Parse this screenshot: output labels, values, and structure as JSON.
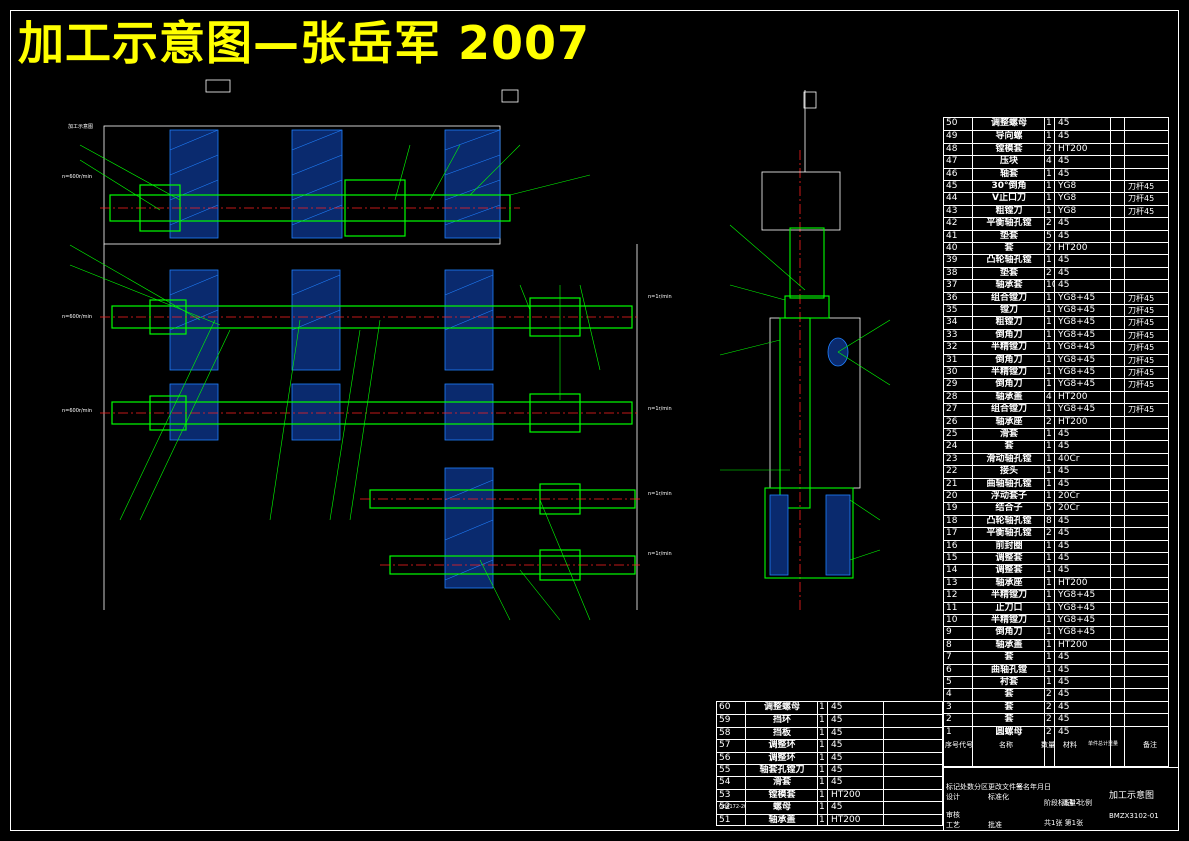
{
  "title": "加工示意图—张岳军 2007",
  "colors": {
    "background": "#000000",
    "outline": "#ffffff",
    "title": "#ffff00",
    "part": "#00ff00",
    "hatch": "#2080ff",
    "center": "#ff2020",
    "dim": "#d8d8d8"
  },
  "bom_right": [
    {
      "no": "50",
      "name": "调整螺母",
      "qty": "1",
      "mat": "45",
      "note": ""
    },
    {
      "no": "49",
      "name": "导向螺",
      "qty": "1",
      "mat": "45",
      "note": ""
    },
    {
      "no": "48",
      "name": "镗模套",
      "qty": "2",
      "mat": "HT200",
      "note": ""
    },
    {
      "no": "47",
      "name": "压块",
      "qty": "4",
      "mat": "45",
      "note": ""
    },
    {
      "no": "46",
      "name": "轴套",
      "qty": "1",
      "mat": "45",
      "note": ""
    },
    {
      "no": "45",
      "name": "30°倒角",
      "qty": "1",
      "mat": "YG8",
      "note": "刀杆45"
    },
    {
      "no": "44",
      "name": "V止口刀",
      "qty": "1",
      "mat": "YG8",
      "note": "刀杆45"
    },
    {
      "no": "43",
      "name": "粗镗刀",
      "qty": "1",
      "mat": "YG8",
      "note": "刀杆45"
    },
    {
      "no": "42",
      "name": "平衡轴孔镗",
      "qty": "2",
      "mat": "45",
      "note": ""
    },
    {
      "no": "41",
      "name": "垫套",
      "qty": "5",
      "mat": "45",
      "note": ""
    },
    {
      "no": "40",
      "name": "套",
      "qty": "2",
      "mat": "HT200",
      "note": ""
    },
    {
      "no": "39",
      "name": "凸轮轴孔镗",
      "qty": "1",
      "mat": "45",
      "note": ""
    },
    {
      "no": "38",
      "name": "垫套",
      "qty": "2",
      "mat": "45",
      "note": ""
    },
    {
      "no": "37",
      "name": "轴承套",
      "qty": "10",
      "mat": "45",
      "note": ""
    },
    {
      "no": "36",
      "name": "组合镗刀",
      "qty": "1",
      "mat": "YG8+45",
      "note": "刀杆45"
    },
    {
      "no": "35",
      "name": "镗刀",
      "qty": "1",
      "mat": "YG8+45",
      "note": "刀杆45"
    },
    {
      "no": "34",
      "name": "粗镗刀",
      "qty": "1",
      "mat": "YG8+45",
      "note": "刀杆45"
    },
    {
      "no": "33",
      "name": "倒角刀",
      "qty": "1",
      "mat": "YG8+45",
      "note": "刀杆45"
    },
    {
      "no": "32",
      "name": "半精镗刀",
      "qty": "1",
      "mat": "YG8+45",
      "note": "刀杆45"
    },
    {
      "no": "31",
      "name": "倒角刀",
      "qty": "1",
      "mat": "YG8+45",
      "note": "刀杆45"
    },
    {
      "no": "30",
      "name": "半精镗刀",
      "qty": "1",
      "mat": "YG8+45",
      "note": "刀杆45"
    },
    {
      "no": "29",
      "name": "倒角刀",
      "qty": "1",
      "mat": "YG8+45",
      "note": "刀杆45"
    },
    {
      "no": "28",
      "name": "轴承盖",
      "qty": "4",
      "mat": "HT200",
      "note": ""
    },
    {
      "no": "27",
      "name": "组合镗刀",
      "qty": "1",
      "mat": "YG8+45",
      "note": "刀杆45"
    },
    {
      "no": "26",
      "name": "轴承座",
      "qty": "2",
      "mat": "HT200",
      "note": ""
    },
    {
      "no": "25",
      "name": "滑套",
      "qty": "1",
      "mat": "45",
      "note": ""
    },
    {
      "no": "24",
      "name": "套",
      "qty": "1",
      "mat": "45",
      "note": ""
    },
    {
      "no": "23",
      "name": "滑动轴孔镗",
      "qty": "1",
      "mat": "40Cr",
      "note": ""
    },
    {
      "no": "22",
      "name": "接头",
      "qty": "1",
      "mat": "45",
      "note": ""
    },
    {
      "no": "21",
      "name": "曲轴轴孔镗",
      "qty": "1",
      "mat": "45",
      "note": ""
    },
    {
      "no": "20",
      "name": "浮动套子",
      "qty": "1",
      "mat": "20Cr",
      "note": ""
    },
    {
      "no": "19",
      "name": "结合子",
      "qty": "5",
      "mat": "20Cr",
      "note": ""
    },
    {
      "no": "18",
      "name": "凸轮轴孔镗",
      "qty": "8",
      "mat": "45",
      "note": ""
    },
    {
      "no": "17",
      "name": "平衡轴孔镗",
      "qty": "2",
      "mat": "45",
      "note": ""
    },
    {
      "no": "16",
      "name": "前封圈",
      "qty": "1",
      "mat": "45",
      "note": ""
    },
    {
      "no": "15",
      "name": "调整套",
      "qty": "1",
      "mat": "45",
      "note": ""
    },
    {
      "no": "14",
      "name": "调整套",
      "qty": "1",
      "mat": "45",
      "note": ""
    },
    {
      "no": "13",
      "name": "轴承座",
      "qty": "1",
      "mat": "HT200",
      "note": ""
    },
    {
      "no": "12",
      "name": "半精镗刀",
      "qty": "1",
      "mat": "YG8+45",
      "note": ""
    },
    {
      "no": "11",
      "name": "止刀口",
      "qty": "1",
      "mat": "YG8+45",
      "note": ""
    },
    {
      "no": "10",
      "name": "半精镗刀",
      "qty": "1",
      "mat": "YG8+45",
      "note": ""
    },
    {
      "no": "9",
      "name": "倒角刀",
      "qty": "1",
      "mat": "YG8+45",
      "note": ""
    },
    {
      "no": "8",
      "name": "轴承盖",
      "qty": "1",
      "mat": "HT200",
      "note": ""
    },
    {
      "no": "7",
      "name": "套",
      "qty": "1",
      "mat": "45",
      "note": ""
    },
    {
      "no": "6",
      "name": "曲轴孔镗",
      "qty": "1",
      "mat": "45",
      "note": ""
    },
    {
      "no": "5",
      "name": "衬套",
      "qty": "1",
      "mat": "45",
      "note": ""
    },
    {
      "no": "4",
      "name": "套",
      "qty": "2",
      "mat": "45",
      "note": ""
    },
    {
      "no": "3",
      "name": "套",
      "qty": "2",
      "mat": "45",
      "note": ""
    },
    {
      "no": "2",
      "name": "套",
      "qty": "2",
      "mat": "45",
      "note": ""
    },
    {
      "no": "1",
      "name": "圆螺母",
      "qty": "2",
      "mat": "45",
      "note": ""
    }
  ],
  "bom_right_header": {
    "no": "序号",
    "code": "代号",
    "name": "名称",
    "qty": "数量",
    "mat": "材料",
    "weight": "单件总计重量",
    "note": "备注"
  },
  "bom_bottom": [
    {
      "no": "60",
      "code": "",
      "name": "调整螺母",
      "qty": "1",
      "mat": "45"
    },
    {
      "no": "59",
      "code": "",
      "name": "挡环",
      "qty": "1",
      "mat": "45"
    },
    {
      "no": "58",
      "code": "",
      "name": "挡板",
      "qty": "1",
      "mat": "45"
    },
    {
      "no": "57",
      "code": "",
      "name": "调整环",
      "qty": "1",
      "mat": "45"
    },
    {
      "no": "56",
      "code": "",
      "name": "调整环",
      "qty": "1",
      "mat": "45"
    },
    {
      "no": "55",
      "code": "",
      "name": "轴套孔镗刀",
      "qty": "1",
      "mat": "45"
    },
    {
      "no": "54",
      "code": "",
      "name": "滑套",
      "qty": "1",
      "mat": "45"
    },
    {
      "no": "53",
      "code": "",
      "name": "镗模套",
      "qty": "1",
      "mat": "HT200"
    },
    {
      "no": "52",
      "code": "GB6172-2000",
      "name": "螺母",
      "qty": "1",
      "mat": "45"
    },
    {
      "no": "51",
      "code": "",
      "name": "轴承盖",
      "qty": "1",
      "mat": "HT200"
    }
  ],
  "title_block": {
    "drawing_name": "加工示意图",
    "drawing_no": "BMZX3102-01",
    "scale": "1:2",
    "sheet": "共1张 第1张",
    "labels": [
      "标记",
      "处数",
      "分区",
      "更改文件号",
      "签名",
      "年月日",
      "设计",
      "标准化",
      "阶段标记",
      "重量",
      "比例",
      "审核",
      "工艺",
      "批准"
    ]
  }
}
